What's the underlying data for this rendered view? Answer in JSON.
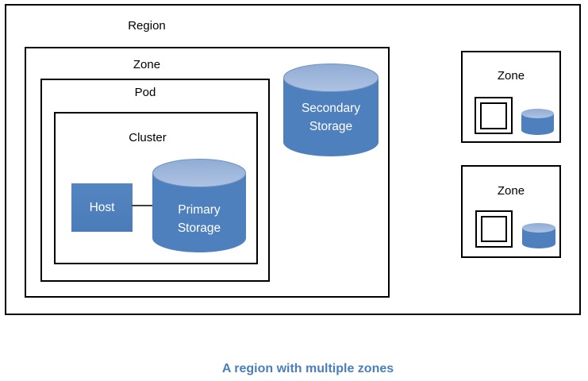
{
  "diagram": {
    "region": {
      "label": "Region"
    },
    "main_zone": {
      "label": "Zone"
    },
    "pod": {
      "label": "Pod"
    },
    "cluster": {
      "label": "Cluster"
    },
    "host": {
      "label": "Host"
    },
    "primary_storage": {
      "lines": [
        "Primary",
        "Storage"
      ]
    },
    "secondary_storage": {
      "lines": [
        "Secondary",
        "Storage"
      ]
    },
    "zone_top_right": {
      "label": "Zone"
    },
    "zone_bottom_right": {
      "label": "Zone"
    }
  },
  "caption": "A region with multiple zones",
  "colors": {
    "shape_blue": "#4f81bd",
    "cylinder_top_light": "#a2bade",
    "box_border": "#000000",
    "caption_blue": "#4a7ebc",
    "connector_gray": "#3f3f3f"
  }
}
